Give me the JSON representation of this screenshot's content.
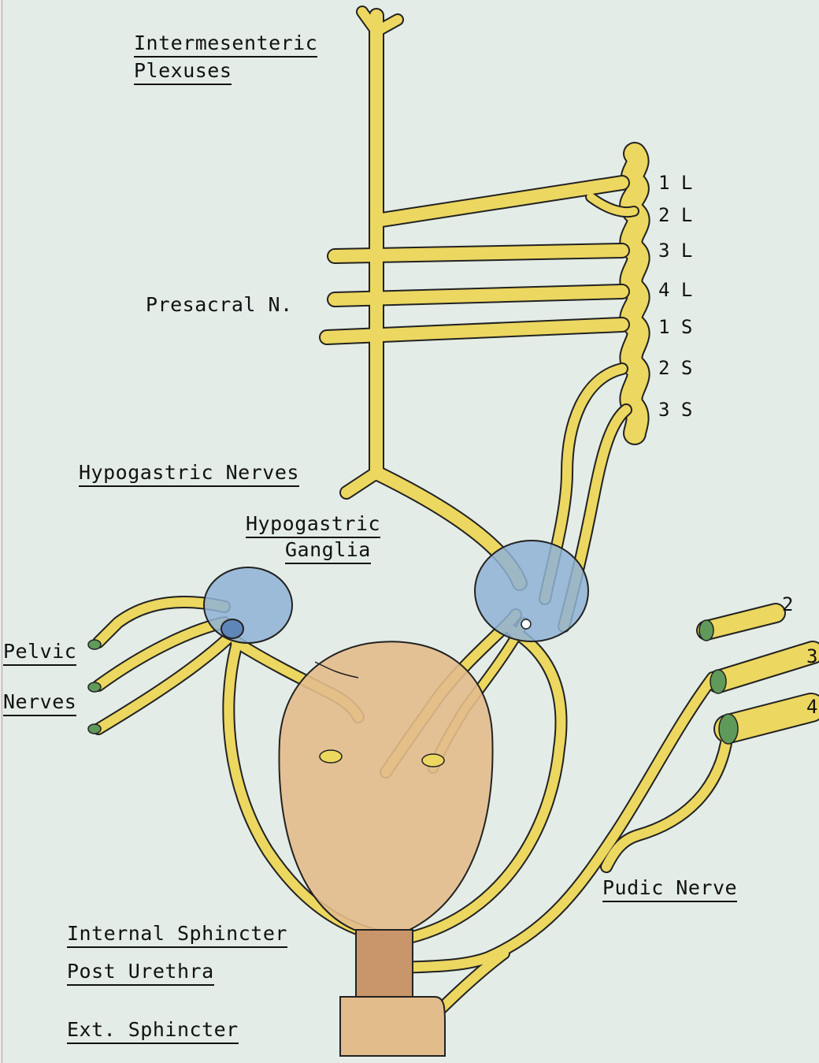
{
  "labels": {
    "intermesenteric_1": "Intermesenteric",
    "intermesenteric_2": "Plexuses",
    "presacral": "Presacral N.",
    "hypogastric_nerves": "Hypogastric Nerves",
    "hypogastric_ganglia_1": "Hypogastric",
    "hypogastric_ganglia_2": "Ganglia",
    "pelvic": "Pelvic",
    "nerves": "Nerves",
    "pudic_nerve": "Pudic Nerve",
    "internal_sphincter": "Internal Sphincter",
    "post_urethra": "Post Urethra",
    "ext_sphincter": "Ext. Sphincter"
  },
  "spinal_segments": [
    "1 L",
    "2 L",
    "3 L",
    "4 L",
    "1 S",
    "2 S",
    "3 S"
  ],
  "root_numbers": [
    "2",
    "3",
    "4"
  ],
  "colors": {
    "background": "#e3ece6",
    "nerve": "#ecd760",
    "ganglion": "#8fb3d6",
    "bladder": "#e3bc8c",
    "nerve_end": "#5f9a5a",
    "outline": "#222222"
  }
}
